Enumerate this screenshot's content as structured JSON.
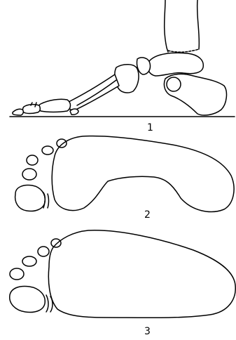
{
  "figure": {
    "panels": [
      {
        "id": "skeleton",
        "label": "1"
      },
      {
        "id": "flat-footprint",
        "label": "2"
      },
      {
        "id": "full-footprint",
        "label": "3"
      }
    ]
  },
  "colors": {
    "ink": "#000000",
    "paper": "#ffffff"
  }
}
